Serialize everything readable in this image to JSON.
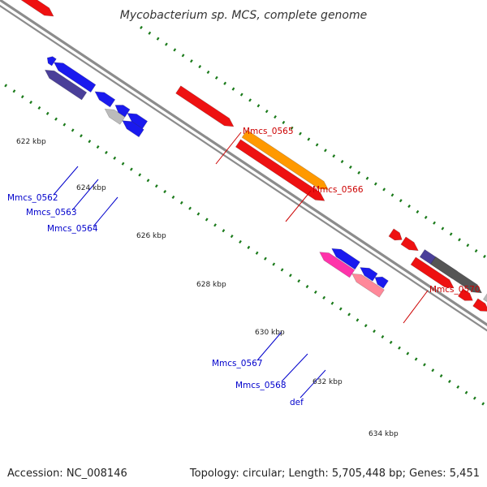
{
  "title": "Mycobacterium sp. MCS, complete genome",
  "footer": {
    "accession": "Accession: NC_008146",
    "stats": "Topology: circular; Length: 5,705,448 bp; Genes: 5,451"
  },
  "colors": {
    "backbone": "#8c8c8c",
    "tick": "#1a7a1a",
    "forward_label": "#cc0000",
    "reverse_label": "#0000cc",
    "red": "#ee1111",
    "orange": "#ff9900",
    "blue": "#1a1aee",
    "navy": "#4a3f99",
    "grey": "#bbbbbb",
    "darkgrey": "#555555",
    "pink": "#ff33aa",
    "salmon": "#ff8899"
  },
  "ticks": [
    {
      "label": "622 kbp"
    },
    {
      "label": "624 kbp"
    },
    {
      "label": "626 kbp"
    },
    {
      "label": "628 kbp"
    },
    {
      "label": "630 kbp"
    },
    {
      "label": "632 kbp"
    },
    {
      "label": "634 kbp"
    }
  ],
  "forward_labels": [
    {
      "text": "Mmcs_0565"
    },
    {
      "text": "Mmcs_0566"
    },
    {
      "text": "Mmcs_0570"
    }
  ],
  "reverse_labels": [
    {
      "text": "Mmcs_0562"
    },
    {
      "text": "Mmcs_0563"
    },
    {
      "text": "Mmcs_0564"
    },
    {
      "text": "Mmcs_0567"
    },
    {
      "text": "Mmcs_0568"
    },
    {
      "text": "def"
    }
  ]
}
